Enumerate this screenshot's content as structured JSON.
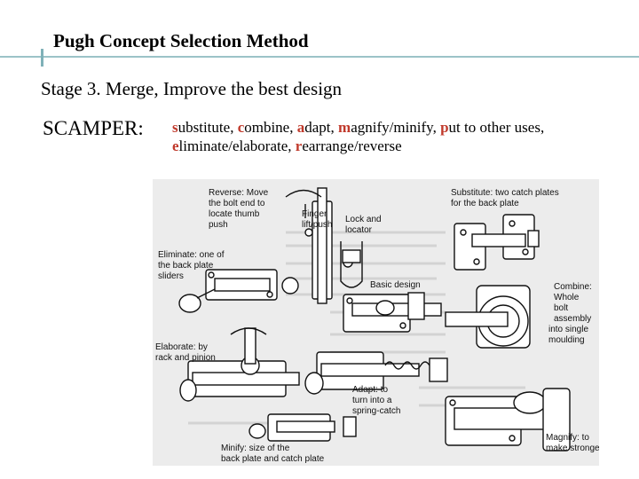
{
  "slide": {
    "title": "Pugh Concept Selection Method",
    "stage": "Stage 3. Merge, Improve the best design",
    "scamper_label": "SCAMPER:",
    "scamper_terms": [
      {
        "first": "s",
        "rest": "ubstitute",
        "sep": ", "
      },
      {
        "first": "c",
        "rest": "ombine",
        "sep": ", "
      },
      {
        "first": "a",
        "rest": "dapt",
        "sep": ", "
      },
      {
        "first": "m",
        "rest": "agnify/minify",
        "sep": ", "
      },
      {
        "first": "p",
        "rest": "ut to other uses",
        "sep": ","
      },
      {
        "first": "e",
        "rest": "liminate/elaborate",
        "sep": ", "
      },
      {
        "first": "r",
        "rest": "earrange/reverse",
        "sep": ""
      }
    ]
  },
  "figure": {
    "labels": {
      "reverse": [
        "Reverse: Move",
        "the bolt end to",
        "locate thumb",
        "push"
      ],
      "finger": [
        "Finger",
        "lift/push"
      ],
      "lock": [
        "Lock and",
        "locator"
      ],
      "substitute": [
        "Substitute:  two catch plates",
        "for the back plate"
      ],
      "eliminate": [
        "Eliminate: one of",
        "the back plate",
        "sliders"
      ],
      "basic": [
        "Basic design"
      ],
      "combine": [
        "Combine:",
        "Whole",
        "bolt",
        "assembly",
        "into single",
        "moulding"
      ],
      "elaborate": [
        "Elaborate: by",
        "rack and pinion"
      ],
      "adapt": [
        "Adapt: to",
        "turn into a",
        "spring-catch"
      ],
      "minify": [
        "Minify: size of the",
        "back plate and catch plate"
      ],
      "magnify": [
        "Magnify: to",
        "make stronger"
      ]
    }
  },
  "colors": {
    "accent_line": "#9cc3c8",
    "highlight": "#c0392b"
  }
}
